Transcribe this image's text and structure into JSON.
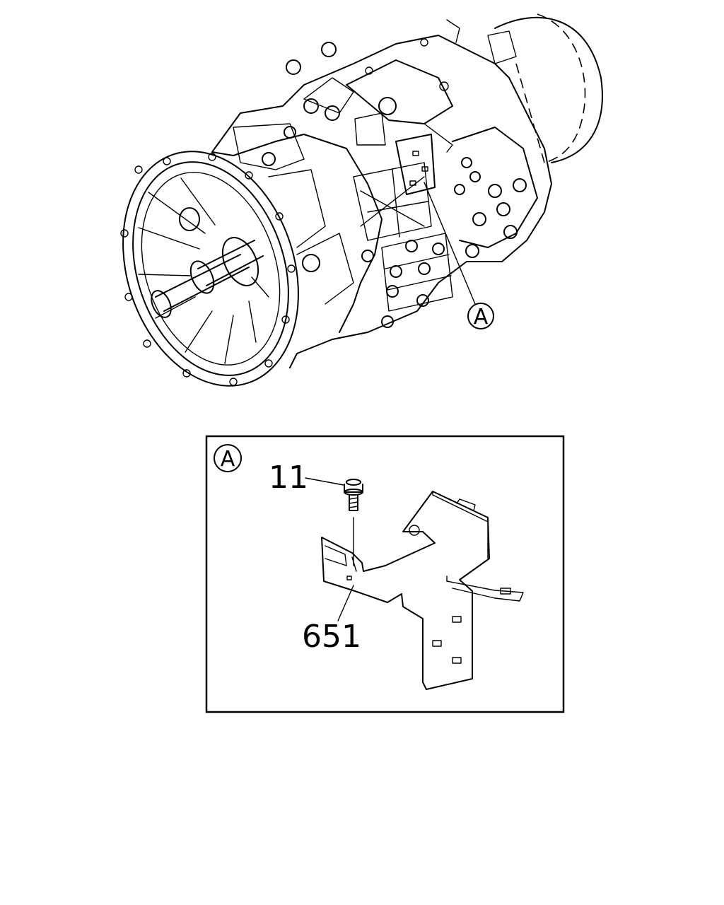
{
  "callout_main": "A",
  "detail": {
    "view_tag": "A",
    "parts": [
      {
        "ref": "11"
      },
      {
        "ref": "651"
      }
    ]
  }
}
